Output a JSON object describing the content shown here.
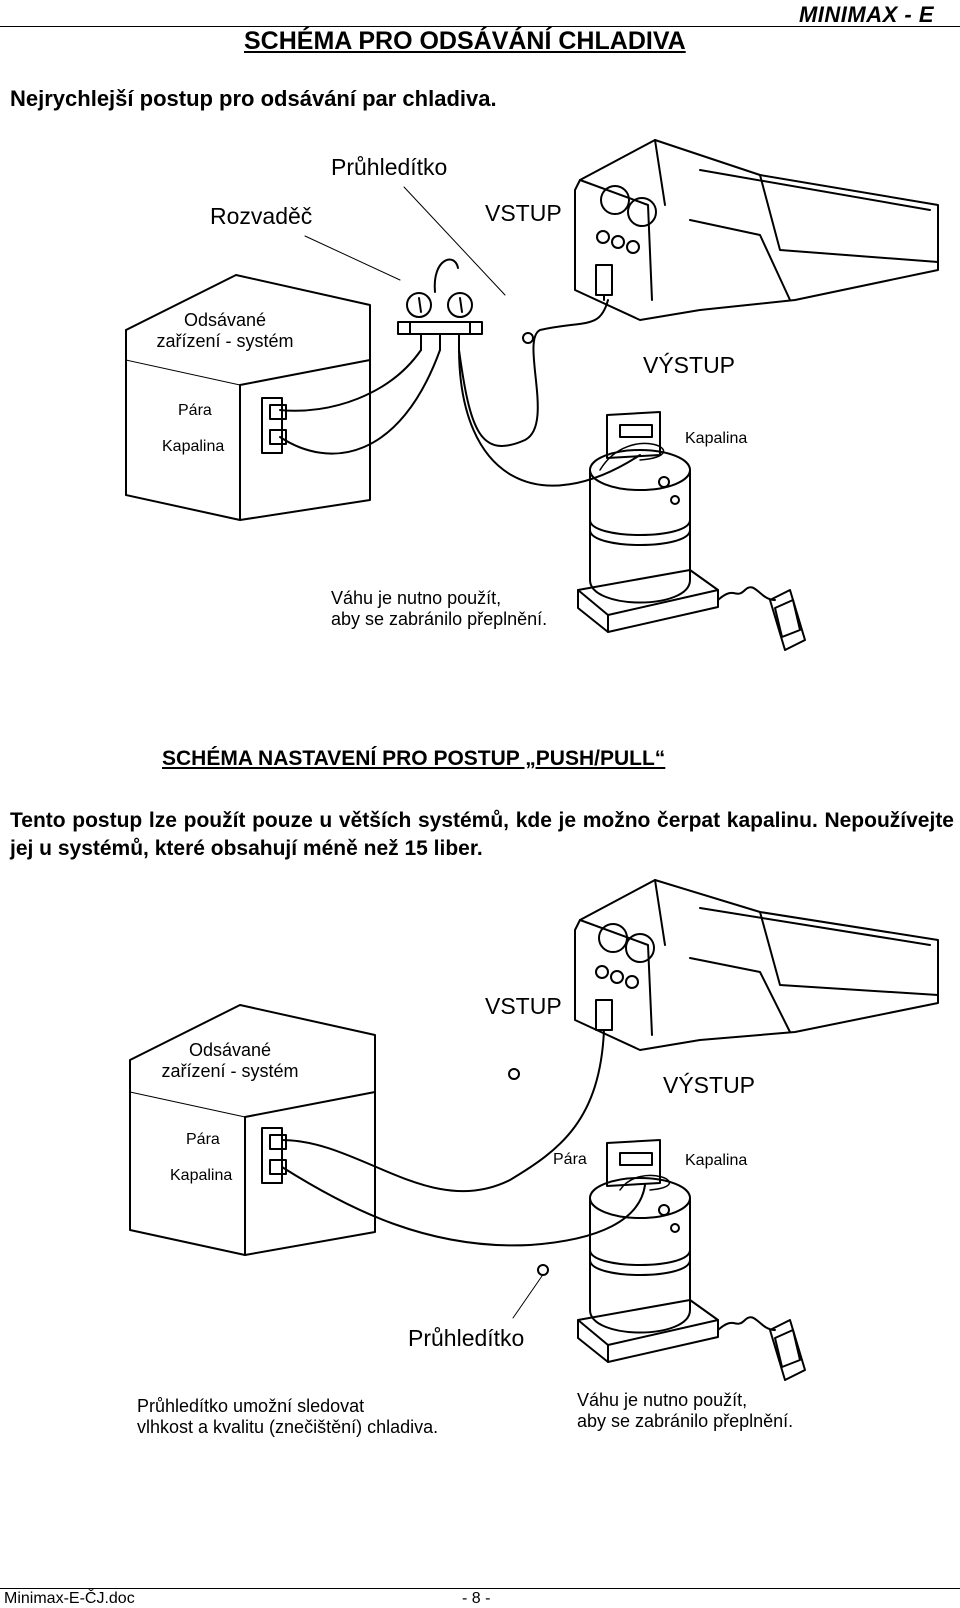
{
  "header": {
    "brand": "MINIMAX - E",
    "title": "SCHÉMA PRO ODSÁVÁNÍ CHLADIVA",
    "lead": "Nejrychlejší postup pro odsávání par chladiva."
  },
  "diagram1": {
    "pruhleditko": "Průhledítko",
    "rozvadec": "Rozvaděč",
    "vstup": "VSTUP",
    "vystup": "VÝSTUP",
    "system_line1": "Odsávané",
    "system_line2": "zařízení - systém",
    "para": "Pára",
    "kapalina_left": "Kapalina",
    "kapalina_right": "Kapalina",
    "scale_line1": "Váhu je nutno použít,",
    "scale_line2": "aby se zabránilo přeplnění."
  },
  "section2": {
    "title": "SCHÉMA NASTAVENÍ PRO POSTUP „PUSH/PULL“",
    "text": "Tento postup lze použít pouze u větších systémů, kde je možno čerpat kapalinu. Nepoužívejte jej u systémů, které obsahují méně než 15 liber."
  },
  "diagram2": {
    "vstup": "VSTUP",
    "vystup": "VÝSTUP",
    "system_line1": "Odsávané",
    "system_line2": "zařízení - systém",
    "para_left": "Pára",
    "kapalina_left": "Kapalina",
    "para_right": "Pára",
    "kapalina_right": "Kapalina",
    "pruhleditko": "Průhledítko",
    "note_line1": "Průhledítko umožní sledovat",
    "note_line2": "vlhkost a kvalitu (znečištění) chladiva.",
    "scale_line1": "Váhu je nutno použít,",
    "scale_line2": "aby se zabránilo přeplnění."
  },
  "footer": {
    "file": "Minimax-E-ČJ.doc",
    "page": "- 8 -"
  }
}
